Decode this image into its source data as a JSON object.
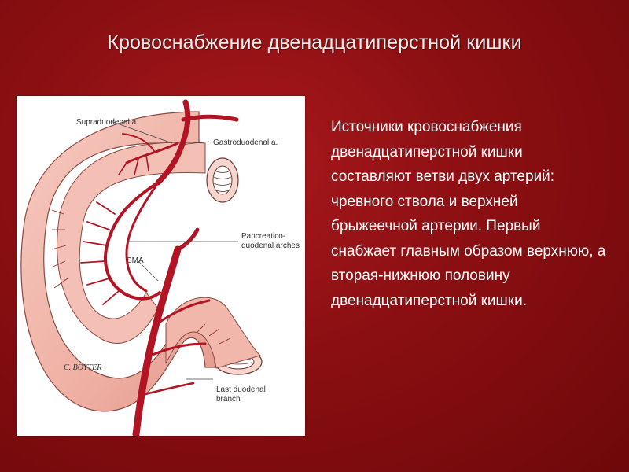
{
  "slide": {
    "title": "Кровоснабжение двенадцатиперстной кишки",
    "body_text": "Источники кровоснабжения двенадцатиперстной кишки составляют ветви двух артерий: чревного ствола и верхней брыжеечной артерии. Первый снабжает главным образом верхнюю, а вторая-нижнюю половину двенадцатиперстной кишки."
  },
  "figure": {
    "labels": {
      "supraduodenal": "Supraduodenal a.",
      "gastroduodenal": "Gastroduodenal a.",
      "pancreatico_line1": "Pancreatico-",
      "pancreatico_line2": "duodenal arches",
      "sma": "SMA",
      "last_duodenal_line1": "Last duodenal",
      "last_duodenal_line2": "branch"
    },
    "signature": "C. BOYTER"
  },
  "colors": {
    "background": "#8a0f12",
    "artery": "#b31424",
    "intestine": "#f2b5a9",
    "intestine_shade": "#e08f84",
    "label_text": "#333333"
  }
}
